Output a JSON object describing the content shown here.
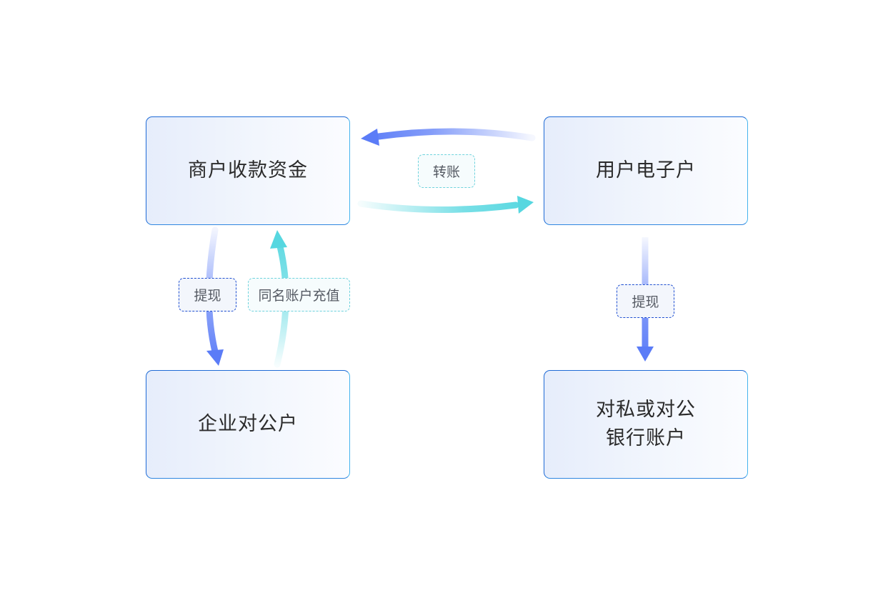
{
  "nodes": {
    "merchant": {
      "line1": "商户收款资金"
    },
    "user": {
      "line1": "用户电子户"
    },
    "corporate": {
      "line1": "企业对公户"
    },
    "bank": {
      "line1": "对私或对公",
      "line2": "银行账户"
    }
  },
  "edges": {
    "transfer": {
      "label": "转账"
    },
    "withdraw_left": {
      "label": "提现"
    },
    "recharge": {
      "label": "同名账户充值"
    },
    "withdraw_right": {
      "label": "提现"
    }
  },
  "colors": {
    "blue": "#5b7cf7",
    "cyan": "#56d7e0",
    "node_border": "#1f6bd6",
    "node_border_right": "#45b4ee"
  }
}
